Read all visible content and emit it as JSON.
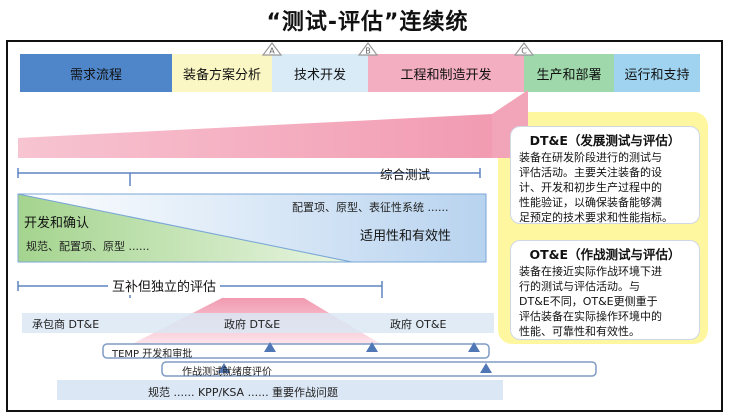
{
  "title": "“测试-评估”连续统",
  "phases": [
    {
      "label": "需求流程",
      "color": "#4f86c9"
    },
    {
      "label": "装备方案分析",
      "color": "#fbf7c4"
    },
    {
      "label": "技术开发",
      "color": "#d8ebf7"
    },
    {
      "label": "工程和制造开发",
      "color": "#f3aec1"
    },
    {
      "label": "生产和部署",
      "color": "#9fd9ab"
    },
    {
      "label": "运行和支持",
      "color": "#9fd3ef"
    }
  ],
  "milestones": [
    "A",
    "B",
    "C"
  ],
  "integrated": {
    "label": "综合测试"
  },
  "dev_confirm": {
    "title": "开发和确认",
    "sub": "规范、配置项、原型 ......"
  },
  "applicability": {
    "sub": "配置项、原型、表征性系统 ......",
    "title": "适用性和有效性"
  },
  "complementary": "互补但独立的评估",
  "eval_labels": {
    "contractor": "承包商 DT&E",
    "gov_dte": "政府 DT&E",
    "gov_ote": "政府 OT&E"
  },
  "bars": {
    "temp": "TEMP 开发和审批",
    "readiness": "作战测试就绪度评价",
    "spec": "规范 ...... KPP/KSA ...... 重要作战问题"
  },
  "dte_box": {
    "title": "DT&E（发展测试与评估）",
    "lines": [
      "装备在研发阶段进行的测试与",
      "评估活动。主要关注装备的设",
      "计、开发和初步生产过程中的",
      "性能验证，以确保装备能够满",
      "足预定的技术要求和性能指标。"
    ]
  },
  "ote_box": {
    "title": "OT&E（作战测试与评估）",
    "lines": [
      "装备在接近实际作战环境下进",
      "行的测试与评估活动。与",
      "DT&E不同，OT&E更侧重于",
      "评估装备在实际操作环境中的",
      "性能、可靠性和有效性。"
    ]
  }
}
